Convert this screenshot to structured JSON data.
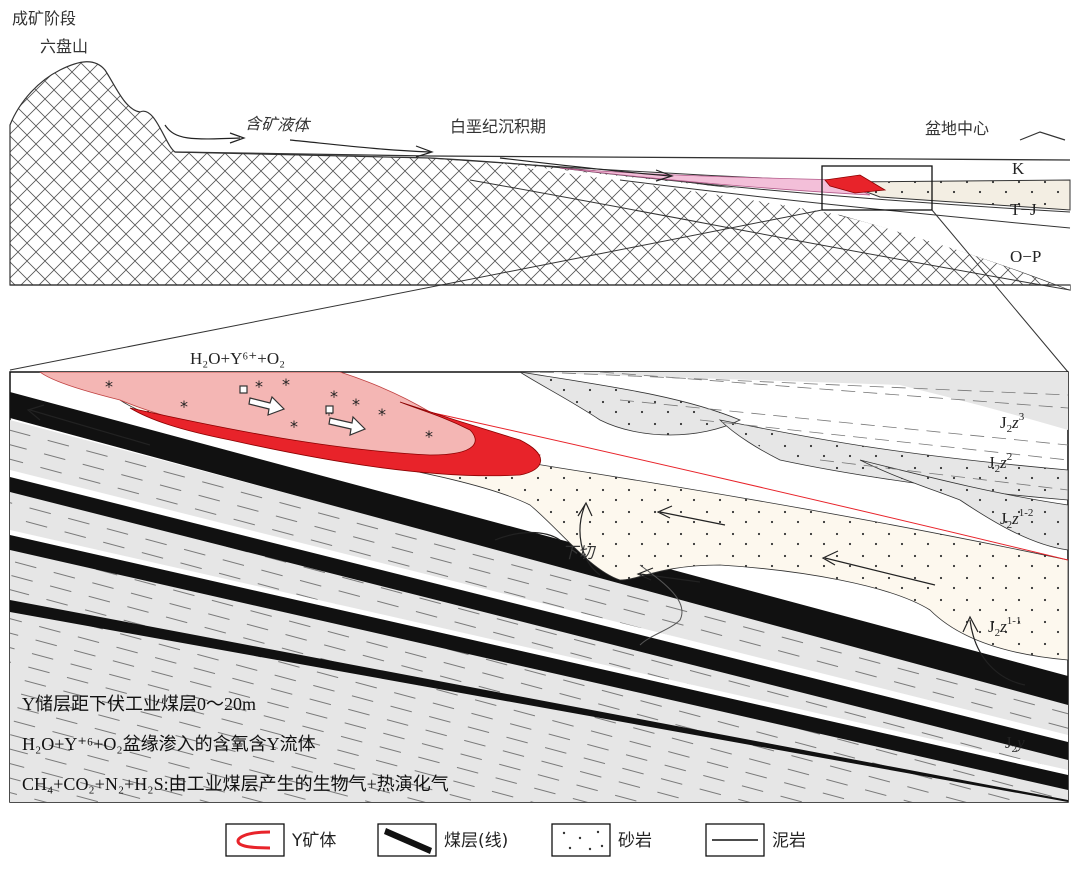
{
  "top": {
    "stage_label": "成矿阶段",
    "mountain_label": "六盘山",
    "fluid_label": "含矿液体",
    "period_label": "白垩纪沉积期",
    "basin_center_label": "盆地中心",
    "strata": {
      "k": "K",
      "tj": "T−J",
      "op": "O−P"
    }
  },
  "detail": {
    "fluid_formula": "H₂O+Y⁶⁺+O₂",
    "cut_label": "下切",
    "units": [
      {
        "base": "J",
        "sub": "2",
        "text": "z",
        "sup": "3"
      },
      {
        "base": "J",
        "sub": "2",
        "text": "z",
        "sup": "2"
      },
      {
        "base": "J",
        "sub": "2",
        "text": "z",
        "sup": "1-2"
      },
      {
        "base": "J",
        "sub": "2",
        "text": "z",
        "sup": "1-1"
      },
      {
        "base": "J",
        "sub": "2",
        "text": "y",
        "sup": ""
      }
    ],
    "notes": [
      "Y储层距下伏工业煤层0～20m",
      "H₂O+Y⁺⁶+O₂盆缘渗入的含氧含Y流体",
      "CH₄+CO₂+N₂+H₂S:由工业煤层产生的生物气+热演化气"
    ]
  },
  "legend": [
    {
      "icon": "y-orebody-icon",
      "label": "Y矿体"
    },
    {
      "icon": "coal-seam-icon",
      "label": "煤层(线)"
    },
    {
      "icon": "sandstone-icon",
      "label": "砂岩"
    },
    {
      "icon": "mudstone-icon",
      "label": "泥岩"
    }
  ],
  "colors": {
    "ore_red": "#e8232a",
    "ore_pink": "#f4b6b4",
    "fluid_pink": "#f3bfd9",
    "sand_fill": "#fdf8ee",
    "gray_fill": "#e6e6e6",
    "coal": "#111111"
  }
}
